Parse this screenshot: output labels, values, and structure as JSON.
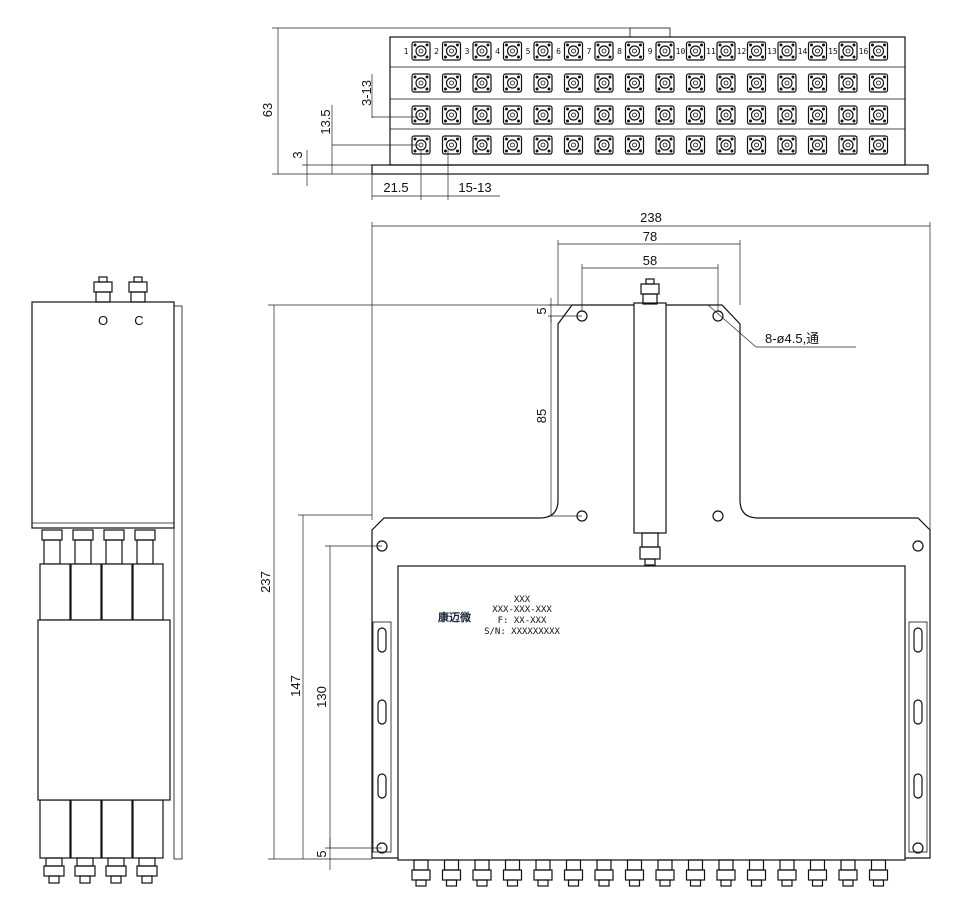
{
  "dimensions": {
    "height_63": "63",
    "holes_3_13": "3-13",
    "height_13_5": "13.5",
    "height_3": "3",
    "width_21_5": "21.5",
    "spacing_15_13": "15-13",
    "width_238": "238",
    "width_78": "78",
    "width_58": "58",
    "offset_5_top": "5",
    "height_85": "85",
    "height_237": "237",
    "height_147": "147",
    "height_130": "130",
    "offset_5_bottom": "5",
    "holes_note": "8-ø4.5,通"
  },
  "side_view": {
    "port_label_o": "O",
    "port_label_c": "C"
  },
  "nameplate": {
    "brand": "康迈微",
    "model": "XXX",
    "part_number": "XXX-XXX-XXX",
    "frequency": "F: XX-XXX",
    "serial": "S/N: XXXXXXXXX"
  },
  "port_numbers": [
    "1",
    "2",
    "3",
    "4",
    "5",
    "6",
    "7",
    "8",
    "9",
    "10",
    "11",
    "12",
    "13",
    "14",
    "15",
    "16"
  ]
}
